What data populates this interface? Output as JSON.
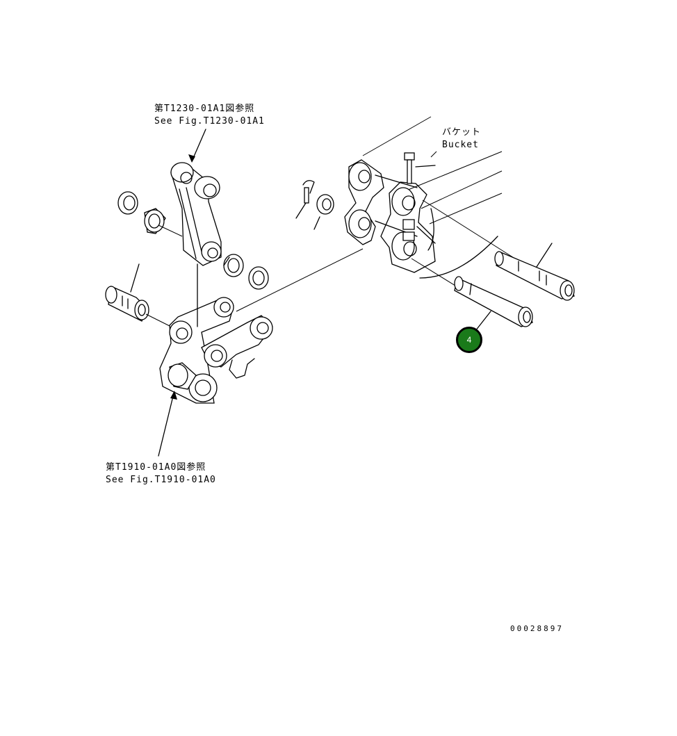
{
  "references": {
    "top": {
      "jp": "第T1230-01A1図参照",
      "en": "See Fig.T1230-01A1"
    },
    "bottom": {
      "jp": "第T1910-01A0図参照",
      "en": "See Fig.T1910-01A0"
    }
  },
  "bucket_label": {
    "jp": "バケット",
    "en": "Bucket"
  },
  "callouts": [
    {
      "number": "4",
      "color": "#1a7a1a"
    }
  ],
  "drawing_number": "00028897"
}
